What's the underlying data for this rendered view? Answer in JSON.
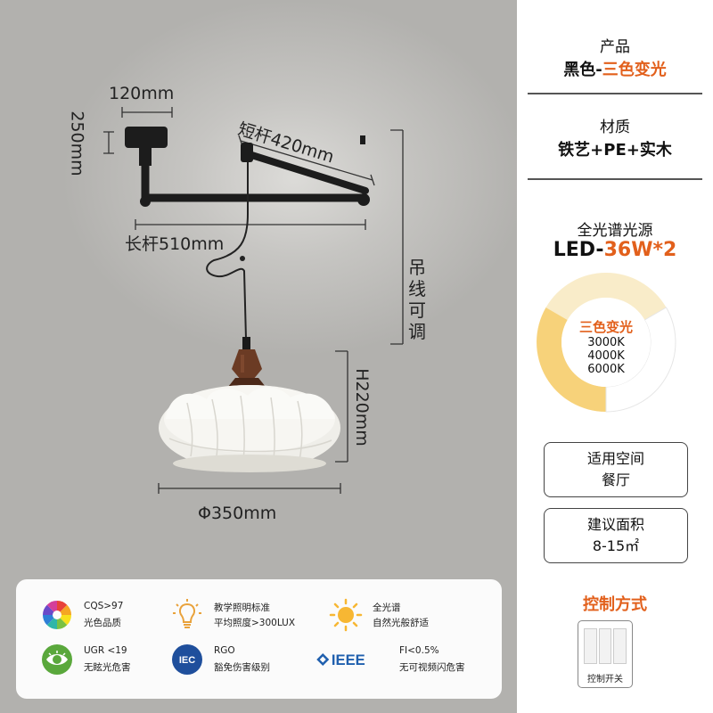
{
  "dimensions": {
    "canopy_width": "120mm",
    "canopy_height": "250mm",
    "short_arm": "短杆420mm",
    "long_arm": "长杆510mm",
    "cord": "吊线可调",
    "shade_height": "H220mm",
    "shade_diameter": "Φ350mm"
  },
  "panel": {
    "product_label": "产品",
    "product_value_black": "黑色-",
    "product_value_accent": "三色变光",
    "material_label": "材质",
    "material_value": "铁艺+PE+实木",
    "light_source_label": "全光谱光源",
    "power_prefix": "LED-",
    "power_accent": "36W*2",
    "ring_title": "三色变光",
    "ring_temps": [
      "3000K",
      "4000K",
      "6000K"
    ],
    "space_label": "适用空间",
    "space_value": "餐厅",
    "area_label": "建议面积",
    "area_value": "8-15㎡",
    "control_label": "控制方式",
    "switch_caption": "控制开关",
    "colors": {
      "accent": "#e2601c",
      "warm": "#f7d27a",
      "neutral": "#f9ecc9"
    }
  },
  "features": [
    {
      "icon": "color-wheel-icon",
      "line1": "CQS>97",
      "line2": "光色品质"
    },
    {
      "icon": "bulb-icon",
      "line1": "教学照明标准",
      "line2": "平均照度>300LUX"
    },
    {
      "icon": "sun-icon",
      "line1": "全光谱",
      "line2": "自然光般舒适"
    },
    {
      "icon": "eye-icon",
      "line1": "UGR <19",
      "line2": "无眩光危害"
    },
    {
      "icon": "iec-icon",
      "icon_text": "IEC",
      "line1": "RGO",
      "line2": "豁免伤害级别"
    },
    {
      "icon": "ieee-icon",
      "icon_text": "IEEE",
      "line1": "FI<0.5%",
      "line2": "无可视频闪危害"
    }
  ]
}
